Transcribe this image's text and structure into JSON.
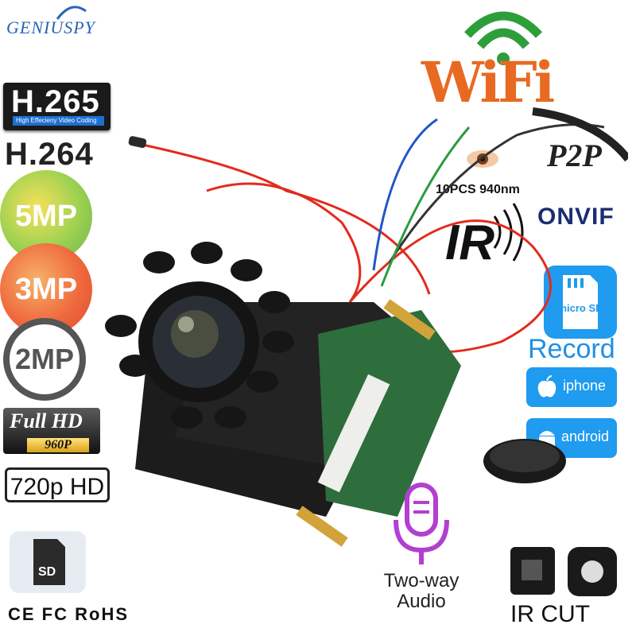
{
  "brand": "GENIUSPY",
  "badges": {
    "h265": "H.265",
    "h265_sub": "High Effecieny Video Coding",
    "h264": "H.264",
    "mp5": "5MP",
    "mp3": "3MP",
    "mp2": "2MP",
    "fullhd_top": "Full HD",
    "fullhd_res": "960P",
    "hd720": "720p HD",
    "sd": "SD",
    "certs": "CE FC RoHS"
  },
  "features": {
    "wifi": "WiFi",
    "p2p": "P2P",
    "onvif": "ONVIF",
    "ir_led": "10PCS 940nm",
    "ir": "IR",
    "microsd": "micro SD",
    "record": "Record",
    "iphone": "iphone",
    "android": "android",
    "audio": "Two-way Audio",
    "ircut": "IR CUT"
  },
  "colors": {
    "wifi_green": "#2e9e3a",
    "wifi_orange": "#e86a22",
    "app_blue": "#1f9bef",
    "wire_red": "#e22b1e"
  }
}
